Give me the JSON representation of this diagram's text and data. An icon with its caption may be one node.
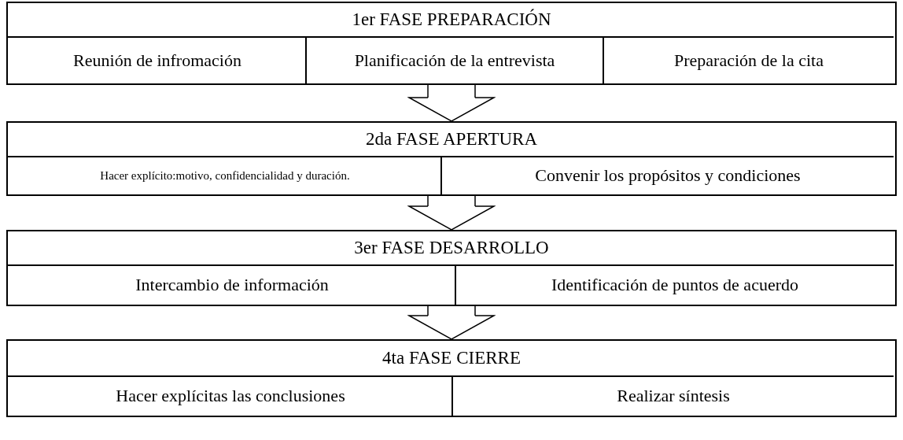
{
  "diagram": {
    "nodes": [
      {
        "text": [
          "1er FASE PREPARACIÓN"
        ]
      },
      {
        "text": [
          "Reunión de infromación"
        ],
        "in": 0
      },
      {
        "text": [
          "Planificación de la entrevista"
        ],
        "in": 0
      },
      {
        "text": [
          "Preparación de la cita"
        ],
        "in": 0
      },
      {
        "text": [
          "2da FASE APERTURA"
        ]
      },
      {
        "text": [
          "Hacer explícito:motivo, confidencialidad y duración."
        ],
        "in": 4
      },
      {
        "text": [
          "Convenir los propósitos y condiciones"
        ],
        "in": 4
      },
      {
        "text": [
          "3er FASE DESARROLLO"
        ]
      },
      {
        "text": [
          "Intercambio de información"
        ],
        "in": 7
      },
      {
        "text": [
          "Identificación de puntos de acuerdo"
        ],
        "in": 7
      },
      {
        "text": [
          "4ta FASE CIERRE"
        ]
      },
      {
        "text": [
          "Hacer explícitas las conclusiones"
        ],
        "in": 10
      },
      {
        "text": [
          "Realizar síntesis"
        ],
        "in": 10
      }
    ],
    "edges": [
      {
        "from": 0,
        "to": 4,
        "arrow": "to"
      },
      {
        "from": 4,
        "to": 7,
        "arrow": "to"
      },
      {
        "from": 7,
        "to": 10,
        "arrow": "to"
      }
    ]
  }
}
